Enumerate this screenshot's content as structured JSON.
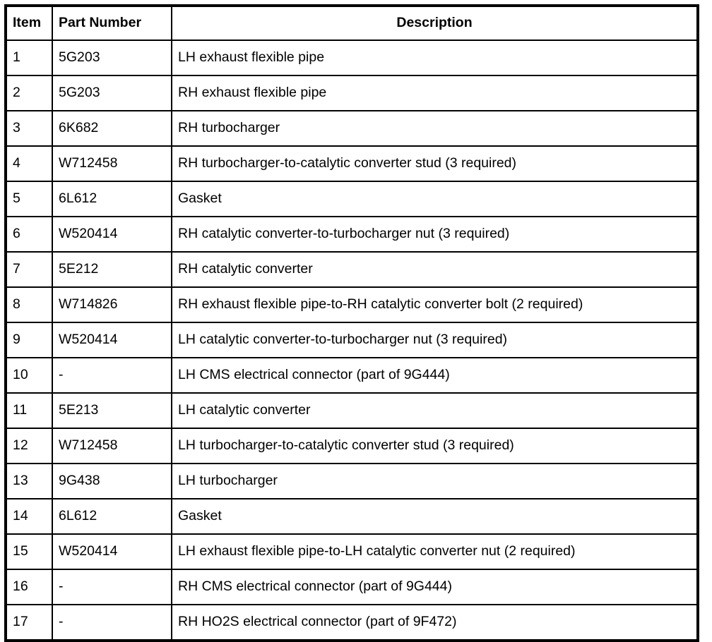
{
  "table": {
    "columns": [
      {
        "key": "item",
        "label": "Item"
      },
      {
        "key": "part_number",
        "label": "Part Number"
      },
      {
        "key": "description",
        "label": "Description"
      }
    ],
    "rows": [
      {
        "item": "1",
        "part_number": "5G203",
        "description": "LH exhaust flexible pipe"
      },
      {
        "item": "2",
        "part_number": "5G203",
        "description": "RH exhaust flexible pipe"
      },
      {
        "item": "3",
        "part_number": "6K682",
        "description": "RH turbocharger"
      },
      {
        "item": "4",
        "part_number": "W712458",
        "description": "RH turbocharger-to-catalytic converter stud (3 required)"
      },
      {
        "item": "5",
        "part_number": "6L612",
        "description": "Gasket"
      },
      {
        "item": "6",
        "part_number": "W520414",
        "description": "RH catalytic converter-to-turbocharger nut (3 required)"
      },
      {
        "item": "7",
        "part_number": "5E212",
        "description": "RH catalytic converter"
      },
      {
        "item": "8",
        "part_number": "W714826",
        "description": "RH exhaust flexible pipe-to-RH catalytic converter bolt (2 required)"
      },
      {
        "item": "9",
        "part_number": "W520414",
        "description": "LH catalytic converter-to-turbocharger nut (3 required)"
      },
      {
        "item": "10",
        "part_number": "-",
        "description": "LH CMS electrical connector (part of 9G444)"
      },
      {
        "item": "11",
        "part_number": "5E213",
        "description": "LH catalytic converter"
      },
      {
        "item": "12",
        "part_number": "W712458",
        "description": "LH turbocharger-to-catalytic converter stud (3 required)"
      },
      {
        "item": "13",
        "part_number": "9G438",
        "description": "LH turbocharger"
      },
      {
        "item": "14",
        "part_number": "6L612",
        "description": "Gasket"
      },
      {
        "item": "15",
        "part_number": "W520414",
        "description": "LH exhaust flexible pipe-to-LH catalytic converter nut (2 required)"
      },
      {
        "item": "16",
        "part_number": "-",
        "description": "RH CMS electrical connector (part of 9G444)"
      },
      {
        "item": "17",
        "part_number": "-",
        "description": "RH HO2S electrical connector (part of 9F472)"
      }
    ]
  },
  "colors": {
    "border": "#000000",
    "text": "#000000",
    "background": "#ffffff"
  }
}
